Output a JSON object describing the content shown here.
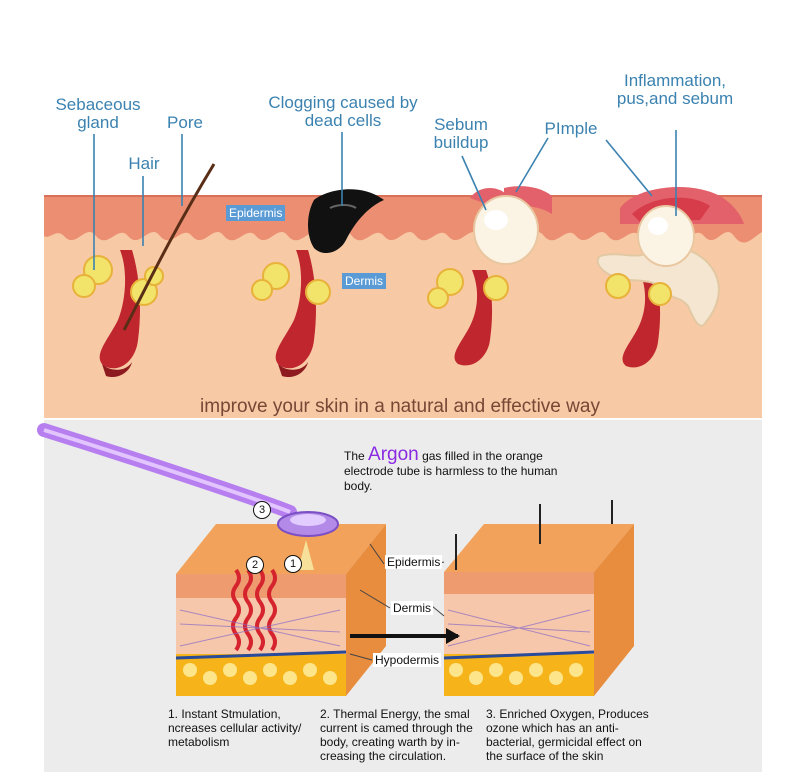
{
  "top_labels": {
    "sebaceous_gland": "Sebaceous gland",
    "pore": "Pore",
    "hair": "Hair",
    "clogging": "Clogging caused by dead cells",
    "sebum_buildup": "Sebum buildup",
    "pimple": "PImple",
    "inflammation": "Inflammation, pus,and sebum",
    "epidermis": "Epidermis",
    "dermis": "Dermis"
  },
  "tagline": "improve your skin in a natural and effective way",
  "argon_note": {
    "prefix": "The",
    "highlight": "Argon",
    "rest": "gas filled in the orange electrode tube is harmless to the human body."
  },
  "layer_labels": {
    "epidermis": "Epidermis",
    "dermis": "Dermis",
    "hypodermis": "Hypodermis"
  },
  "markers": {
    "one": "1",
    "two": "2",
    "three": "3"
  },
  "steps": [
    {
      "text": "1. Instant Stmulation, ncreases cellular activity/ metabolism"
    },
    {
      "text": "2. Thermal Energy, the smal current is camed through the body, creating warth by in-creasing the circulation."
    },
    {
      "text": "3. Enriched Oxygen, Produces ozone which has an anti-bacterial, germicidal effect on the surface of the skin"
    }
  ],
  "colors": {
    "label_blue": "#3b82b0",
    "skin": "#f5c6a0",
    "epidermis_band": "#e9866f",
    "follicle_red": "#c0262d",
    "gland_yellow": "#f2e36b",
    "argon_purple": "#8a2be2",
    "tagline_brown": "#7a4636"
  }
}
